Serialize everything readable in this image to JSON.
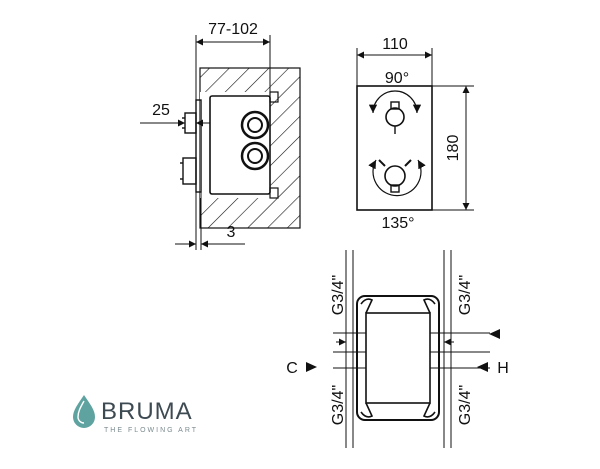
{
  "side_view": {
    "depth_label": "77-102",
    "handle_label": "25",
    "plate_label": "3"
  },
  "front_view": {
    "width_label": "110",
    "height_label": "180",
    "top_angle_label": "90°",
    "bottom_angle_label": "135°"
  },
  "box_view": {
    "port_top_left": "G3/4\"",
    "port_top_right": "G3/4\"",
    "port_bottom_left": "G3/4\"",
    "port_bottom_right": "G3/4\"",
    "left_marker": "C",
    "right_marker": "H"
  },
  "brand": {
    "name": "BRUMA",
    "tagline": "THE FLOWING ART",
    "accent_color": "#5fa3a0"
  }
}
